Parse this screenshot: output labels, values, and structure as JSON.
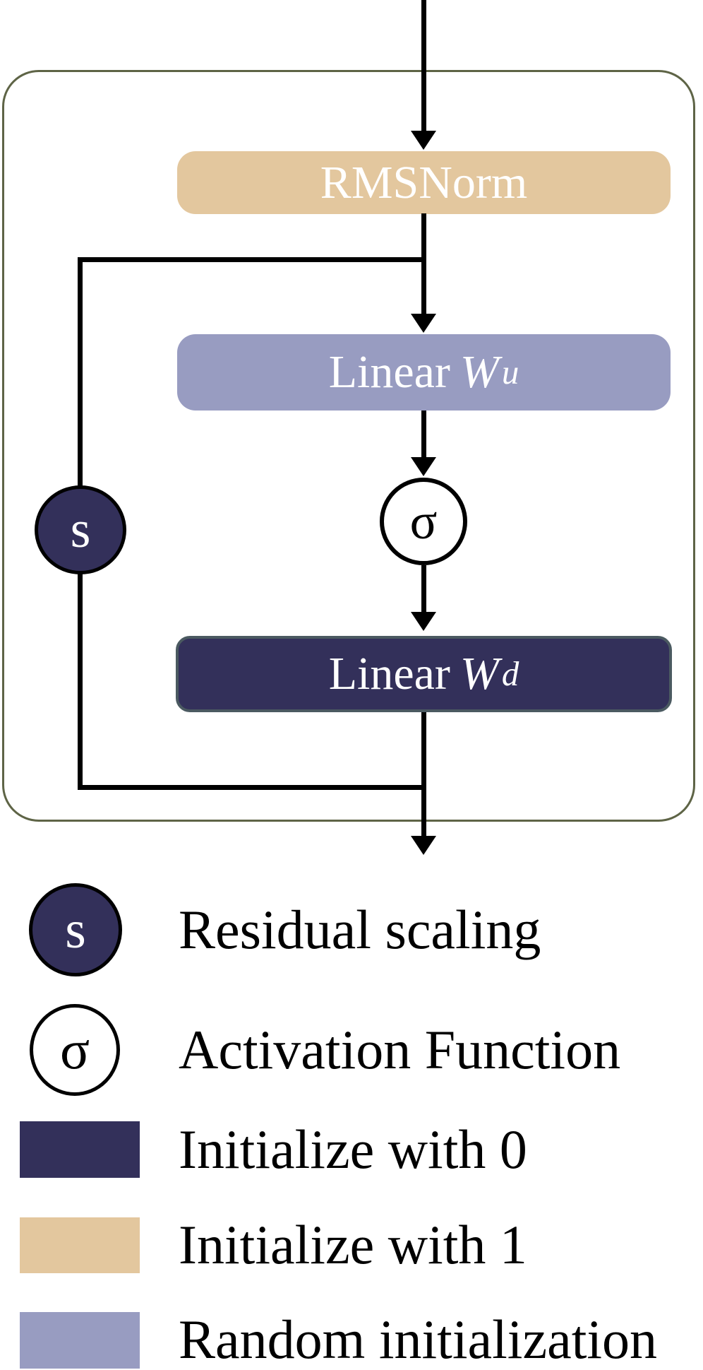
{
  "colors": {
    "navy": "#33305a",
    "tan": "#e3c79e",
    "periwinkle": "#989cc1",
    "olive": "#5e6446",
    "wd-border": "#4b5a61",
    "line": "#000000",
    "box-text": "#ffffff",
    "legend-text": "#000000"
  },
  "diagram": {
    "blocks": {
      "rmsnorm": {
        "label": "RMSNorm"
      },
      "linear_up": {
        "prefix": "Linear",
        "weight": "W",
        "sup": "u"
      },
      "linear_down": {
        "prefix": "Linear",
        "weight": "W",
        "sup": "d"
      },
      "residual_scaling": {
        "symbol": "s"
      },
      "activation": {
        "symbol": "σ"
      }
    }
  },
  "legend": {
    "items": [
      {
        "symbol": "s",
        "label": "Residual scaling"
      },
      {
        "symbol": "σ",
        "label": "Activation Function"
      },
      {
        "label": "Initialize with 0"
      },
      {
        "label": "Initialize with 1"
      },
      {
        "label": "Random initialization"
      }
    ]
  }
}
